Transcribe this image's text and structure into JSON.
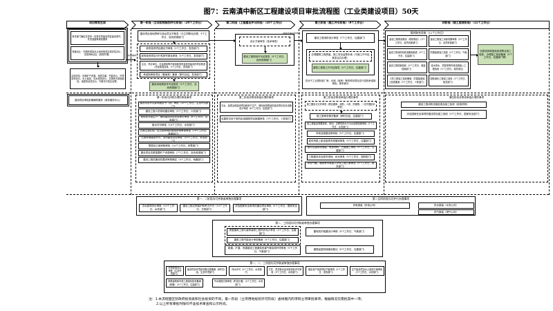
{
  "title": "图7：云南滇中新区工程建设项目审批流程图（工业类建设项目）50天",
  "banners": {
    "planning": "项目策划生成",
    "stage1": "第一阶段（立项用地规划许可阶段）（20个工作日）",
    "stage2": "第二阶段（工程建设许可阶段）（10个工作日）",
    "stage3": "第三阶段（施工许可阶段）（9个工作日）",
    "stage4": "四阶段（竣工验收阶段）（11个工作日）"
  },
  "planning": {
    "box1": "有关部门确定并发布一定条件的建设项目建设条件、开发强度等规划要求",
    "box2": "快速出让：先期完成拟出让地块相关区域评估评价，实现净地出让（按需开展）",
    "box3": "区域评估：压覆矿产资源、地质灾害、节能评价、环境影响评价、水土保持、洪水影响评价、文物考古调查勘探、地震安全性评价、气候可行性论证等。",
    "service": "建设项目审批前期辅导服务（政务服务中心）",
    "code_label": "项目赋码"
  },
  "stage1": {
    "top": "建设项目用地预审与选址意见书核发（与立项联动办理，3个工作日、自然资源部门）",
    "items": [
      "政府投资项目建议书审批（2个工作日、发改部门）",
      "政府投资项目可行性研究报告审批（5个工作日、发改部门）",
      "企业、事业单位、社会团体等不使用政府资金投资建设的项目核准（涉及核准目录，5个工作日、发改部门）",
      "承诺制审批项目（备案类）备案（即时办结、发改部门）"
    ],
    "green": "建设用地规划许可证核发（5个工作日、自然资源部门）"
  },
  "stage2": {
    "design": "设计方案审查（技术审查）",
    "green": "建设工程规划许可证核发（5个工作日、自然资源部门）",
    "side_label": "按需开展技术审查"
  },
  "stage3": {
    "fire": "建设工程消防设计审查（7个工作日、住建部门）",
    "supervision": "办理建筑工程质量、施工安全监督手续（与施工许可证核发合并办理）",
    "green": "建筑工程施工许可证核发（5个工作日、住建部门）",
    "note": "仅对于工业类标准厂房、仓库（库房）等低风险项目实行告知承诺制审批，即来即办"
  },
  "stage4": {
    "header": "限时联合验收（11个工作日）",
    "left": [
      "建设工程规划核实（现场核实）（3个工作日、自然资源部门）",
      "建设工程消防验收或备案抽查（3个工作日、住建部门）",
      "建设工程档案验收（3个工作日、城建档案部门）",
      "人防工程竣工验收备案、防雷装置竣工验收备案（3个工作日、人防部门）"
    ],
    "right": [
      "建设工程竣工测量成果审核（3个工作日、自然资源部门）",
      "防雷装置竣工验收（3个工作日、气象部门）",
      "给水排水、供配电等市政设施接入工程验收（3个工作日、相关单位）",
      "园林绿化工程竣工验收（3个工作日、相关部门）"
    ],
    "final": "自愿选择单独验收或联合竣工验收，办理竣工验收备案（5个工作日、住建部门等）"
  },
  "parallel": {
    "s1": {
      "title": "第一阶段可并联办理的审批事项",
      "items": [
        "建设项目环境影响报告书（表）审批（10个工作日、生态环境部门）",
        "建设工程人防易地建设审批（3个工作日、人防部门）",
        "危险化学品生产、储存建设项目安全条件审查（8个工作日、应急部门）",
        "取水许可审批（10个工作日、水务部门）",
        "占用生态红线、征占用林地的使用林地审核审批（10个工作日、林草部门）",
        "占用水域滩涂许可、涉河建设项目审批（10个工作日、水务部门）",
        "草原征占用审核审批（10个工作日、林草部门）",
        "建设项目压覆重要矿产资源审批（7个工作日、自然资源部门）",
        "建设工程抗震设防要求审核确定（5个工作日、地震部门）"
      ]
    },
    "s2": {
      "title": "第二阶段并联或单独办理的事项",
      "items": [
        "平台、金属冶炼建设项目和用于生产、储存危险物品的建设项目安全设施设计审查（8个工作日、应急部门）",
        "应建防空地下室的民用建筑项目报建审批（3个工作日、人防部门）"
      ]
    },
    "s3": {
      "title": "第三阶段并联或单独办理的事项",
      "items": [
        "施工图设计文件审查（联合图审：消防、人防、防雷等，一并开展技术审查）",
        "施工图审查情况备案（即时办结、住建部门）",
        "因工程建设需要拆除、改动、迁移供排水与污水处理设施审批（5个工作日、水务部门）",
        "市政设施建设类审批（5个工作日、住建部门）",
        "城市桥梁上架设各类市政管线审批（5个工作日、住建部门）",
        "临时性建筑物搭建、堆放物料、占道施工审批（5个工作日、住建部门）",
        "工程建设涉及城市绿地、树木审批（5个工作日、园林部门）",
        "水电气暖、通信等市政接入外线工程方案审查（5个工作日、相关部门）"
      ]
    },
    "s4": {
      "title": "第四阶段并联或单独办理的事项",
      "items": [
        "建设工程消防设施检测及竣工检测（检测机构）",
        "涉及国家安全事项的建设项目竣工验收（5个工作日、国家安全部门）"
      ]
    }
  },
  "sections": {
    "a": {
      "title": "第一、二阶段均可并联或单独办理事项",
      "items": [
        "洪水影响评价审批（10个工作日、水务部门）",
        "建设工程文物保护和考古许可（15个工作日、文物部门）",
        "涉及国家安全事项的建设项目审批（5个工作日、国家安全部门）"
      ]
    },
    "b": {
      "title": "第二至四阶段均可并行办理事项",
      "power": "供电报装（供电公司）",
      "water": "供水报装（水务公司）",
      "gas": "供气报装（燃气公司）"
    },
    "c": {
      "title": "第二、三阶段均可并联或单独办理事项",
      "dash1": "房屋建筑工程与装饰装修工程同步设计审查（5个工作日、住建部门）",
      "dash2": "建筑工程节能设计审查备案（5个工作日、住建部门）",
      "right": "雷电防护装置设计审核（5个工作日、气象部门）",
      "bottom_left": "新建、扩建、改建建设工程避免危害气象探测环境审批（5个工作日、气象部门）",
      "bottom_right": "建筑起重机械使用登记（5个工作日、住建部门）"
    },
    "d": {
      "title": "第一、二、三阶段均可并联或单独办理事项",
      "row1": [
        "环境影响评价审批（生态环境部门）",
        "建设项目环境影响登记表备案（即时办结、生态环境部门）",
        "排水许可（5个工作日、水务部门）",
        "打井、凿井取水及河道采砂许可审批（5个工作日、水务部门）",
        "固定资产投资项目节能审查（5个工作日、发改部门）",
        "生产建设项目水土保持方案审批（5个工作日、水务部门）"
      ],
      "row2": [
        "房屋建筑和市政工程招标投标备案（核备）（5个工作日、住建部门）",
        "节水措施方案审查（附设计图）（5个工作日、水务部门）"
      ]
    }
  },
  "notes": {
    "line1": "注：1.本流程图区别政府投资类和社会投资的不同，第一阶段（立项用地规划许可阶段）虚线框内的项目立项审批事项，根据情况仅需批其中一项；",
    "line2": "2.以上所有审批时限均不含技术审查和公示时间。"
  }
}
